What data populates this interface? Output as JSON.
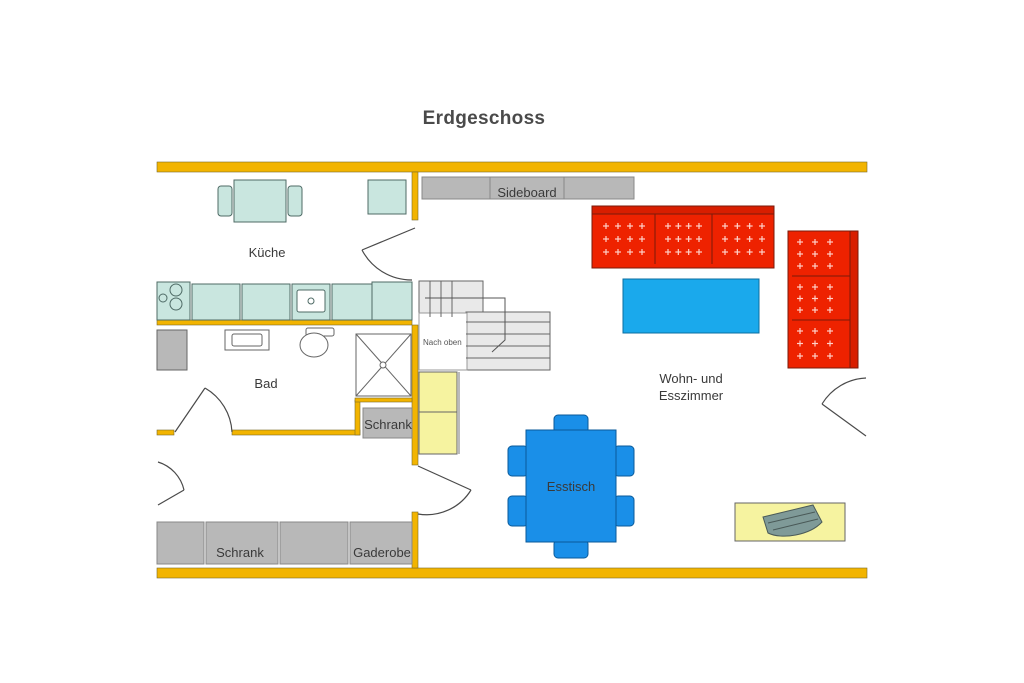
{
  "title": "Erdgeschoss",
  "rooms": {
    "kitchen": "Küche",
    "bath": "Bad",
    "living_line1": "Wohn- und",
    "living_line2": "Esszimmer"
  },
  "furniture": {
    "sideboard": "Sideboard",
    "stairs": "Nach oben",
    "schrank_bath": "Schrank",
    "dining_table": "Esstisch",
    "schrank_hall": "Schrank",
    "gaderobe": "Gaderobe"
  },
  "colors": {
    "wall": "#f2b400",
    "sofa": "#ee2200",
    "coffee_table": "#1aa9ec",
    "dining": "#1a8fe8",
    "cabinet_yellow": "#f6f3a0",
    "grey": "#b8b8b8",
    "mint": "#c9e6df"
  }
}
